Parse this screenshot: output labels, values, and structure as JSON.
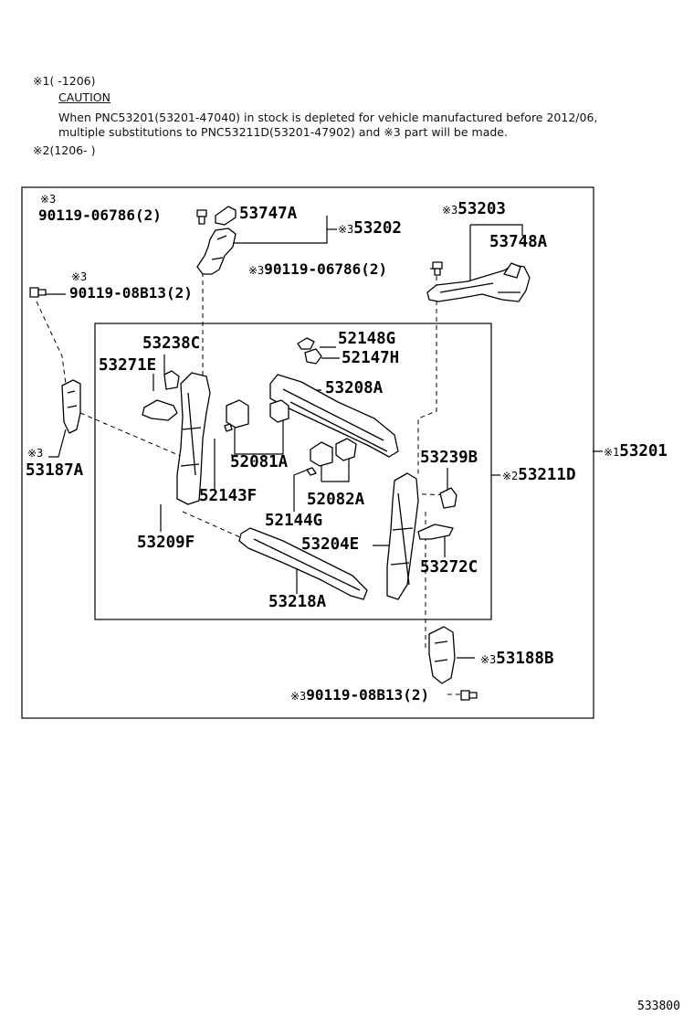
{
  "notes": {
    "n1_mark": "※1",
    "n1_range": "(      -1206)",
    "caution_title": "CAUTION",
    "caution_line1": "When PNC53201(53201-47040) in stock is depleted for vehicle manufactured before 2012/06,",
    "caution_line2": "multiple substitutions to PNC53211D(53201-47902) and ※3 part will be made.",
    "n2_mark": "※2",
    "n2_range": "(1206-       )"
  },
  "marks": {
    "m3": "※3"
  },
  "parts": {
    "p90119_06786_a": "90119-06786(2)",
    "p53747A": "53747A",
    "p53202": "53202",
    "p53203": "53203",
    "p53748A": "53748A",
    "p90119_06786_b": "90119-06786(2)",
    "p90119_08B13_a": "90119-08B13(2)",
    "p53238C": "53238C",
    "p52148G": "52148G",
    "p52147H": "52147H",
    "p53271E": "53271E",
    "p53208A": "53208A",
    "p53187A": "53187A",
    "p52081A": "52081A",
    "p53239B": "53239B",
    "p53201": "53201",
    "p52143F": "52143F",
    "p52082A": "52082A",
    "p53211D": "53211D",
    "p52144G": "52144G",
    "p53209F": "53209F",
    "p53204E": "53204E",
    "p53272C": "53272C",
    "p53218A": "53218A",
    "p53188B": "53188B",
    "p90119_08B13_b": "90119-08B13(2)"
  },
  "prefix": {
    "x1": "※1",
    "x2": "※2",
    "x3": "※3"
  },
  "figure_code": "533800"
}
